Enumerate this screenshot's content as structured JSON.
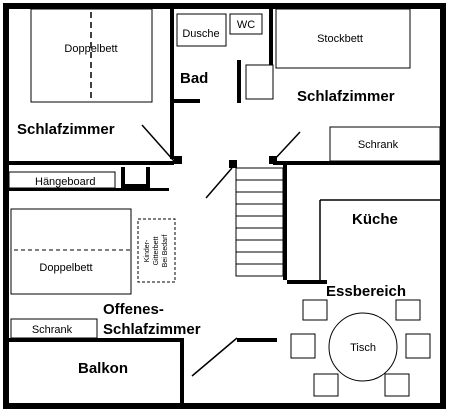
{
  "labels": {
    "doppelbett_top": "Doppelbett",
    "dusche": "Dusche",
    "wc": "WC",
    "bad": "Bad",
    "stockbett": "Stockbett",
    "schlafzimmer_right": "Schlafzimmer",
    "schlafzimmer_left": "Schlafzimmer",
    "schrank_right": "Schrank",
    "haengeboard": "Hängeboard",
    "kueche": "Küche",
    "doppelbett_bottom": "Doppelbett",
    "kinder": "Kinder-",
    "gitterbett": "Gitterbett",
    "bei_bedarf": "Bei Bedarf",
    "essbereich": "Essbereich",
    "offenes": "Offenes-",
    "schlafzimmer_open": "Schlafzimmer",
    "schrank_left": "Schrank",
    "tisch": "Tisch",
    "balkon": "Balkon"
  },
  "colors": {
    "wall": "#000000",
    "background": "#ffffff"
  }
}
